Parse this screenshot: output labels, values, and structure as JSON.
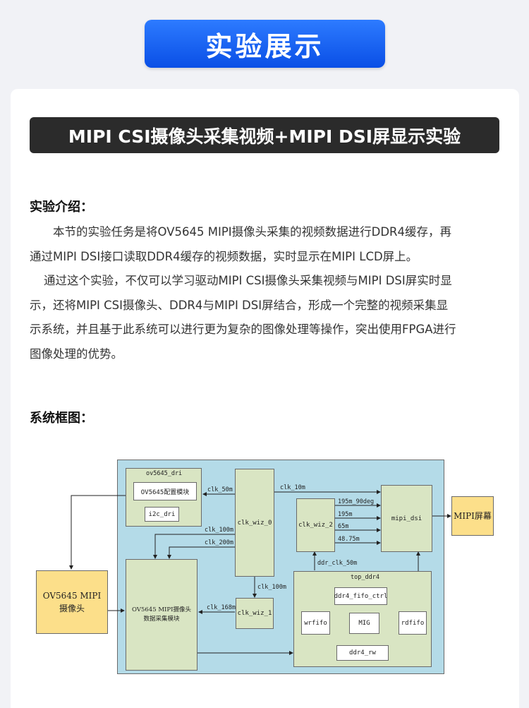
{
  "hero_title": "实验展示",
  "title_bar": "MIPI CSI摄像头采集视频+MIPI DSI屏显示实验",
  "intro": {
    "heading": "实验介绍：",
    "p1_lines": [
      "本节的实验任务是将OV5645 MIPI摄像头采集的视频数据进行DDR4缓存，再",
      "通过MIPI DSI接口读取DDR4缓存的视频数据，实时显示在MIPI LCD屏上。"
    ],
    "p2_lines": [
      "通过这个实验，不仅可以学习驱动MIPI CSI摄像头采集视频与MIPI DSI屏实时显",
      "示，还将MIPI CSI摄像头、DDR4与MIPI DSI屏结合，形成一个完整的视频采集显",
      "示系统，并且基于此系统可以进行更为复杂的图像处理等操作，突出使用FPGA进行",
      "图像处理的优势。"
    ]
  },
  "system": {
    "heading": "系统框图：",
    "blocks": {
      "ov5645_dri": "ov5645_dri",
      "ov5645_cfg": "OV5645配置模块",
      "i2c_dri": "i2c_dri",
      "clk_wiz_0": "clk_wiz_0",
      "clk_wiz_1": "clk_wiz_1",
      "clk_wiz_2": "clk_wiz_2",
      "mipi_dsi": "mipi_dsi",
      "mipi_screen": "MIPI屏幕",
      "camera_line1": "OV5645 MIPI",
      "camera_line2": "摄像头",
      "capture_line1": "OV5645 MIPI摄像头",
      "capture_line2": "数据采集模块",
      "top_ddr4": "top_ddr4",
      "fifo_ctrl": "ddr4_fifo_ctrl",
      "wrfifo": "wrfifo",
      "mig": "MIG",
      "rdfifo": "rdfifo",
      "ddr4_rw": "ddr4_rw"
    },
    "labels": {
      "clk_50m": "clk_50m",
      "clk_10m": "clk_10m",
      "clk_100m_a": "clk_100m",
      "clk_200m": "clk_200m",
      "clk_100m_b": "clk_100m",
      "clk_168m": "clk_168m",
      "s195_90": "195m_90deg",
      "s195": "195m",
      "s65": "65m",
      "s4875": "48.75m",
      "ddr_clk": "ddr_clk_50m"
    }
  }
}
